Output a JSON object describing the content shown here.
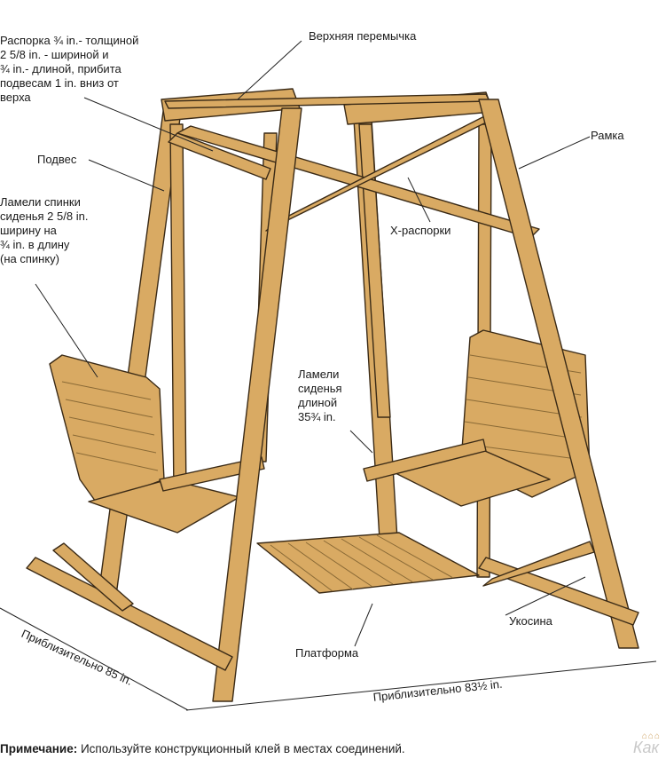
{
  "labels": {
    "brace_note": [
      "Распорка ¾ in.- толщиной",
      "2 5/8 in. - шириной и",
      "¾ in.- длиной, прибита",
      "подвесам  1 in. вниз от",
      "верха"
    ],
    "top_beam": "Верхняя перемычка",
    "frame": "Рамка",
    "hanger": "Подвес",
    "back_slats": [
      "Ламели спинки",
      "сиденья 2 5/8 in.",
      "ширину на",
      "¾ in. в длину",
      "(на спинку)"
    ],
    "x_braces": "Х-распорки",
    "seat_slats": [
      "Ламели",
      "сиденья",
      "длиной",
      "35¾ in."
    ],
    "brace": "Укосина",
    "platform": "Платформа",
    "dim_left": "Приблизительно 85 in.",
    "dim_right": "Приблизительно 83½ in."
  },
  "footer": {
    "prefix": "Примечание:",
    "text": " Используйте конструкционный клей в местах соединений."
  },
  "watermark": {
    "text": "Как",
    "icons": "⌂⌂⌂"
  },
  "colors": {
    "wood": "#d9aa63",
    "wood_dark": "#b88840",
    "outline": "#3a2a16",
    "line": "#222222"
  }
}
